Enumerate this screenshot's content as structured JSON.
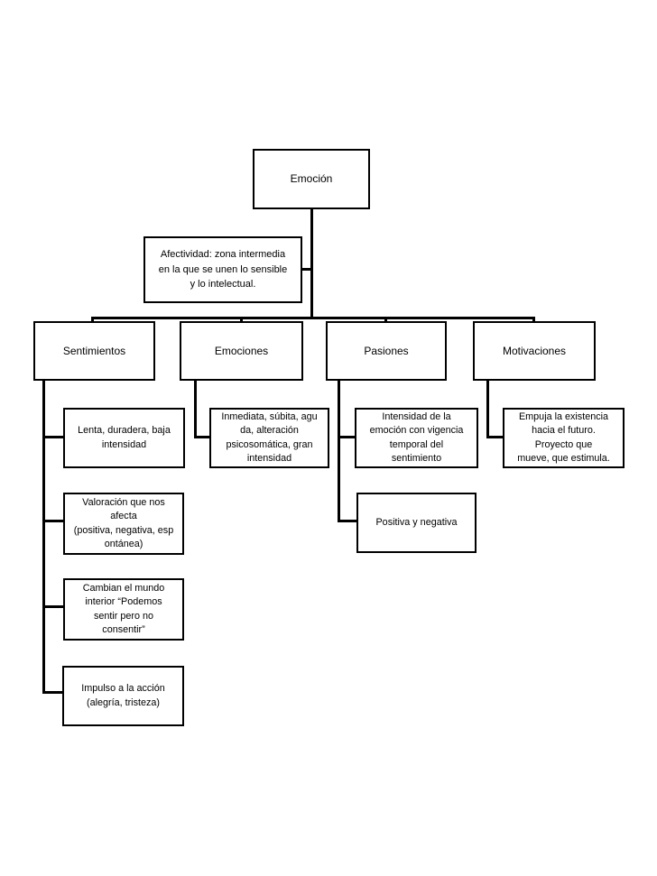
{
  "slide": {
    "background": "#ffffff",
    "line_color": "#000000",
    "box_border_color": "#000000",
    "text_color": "#000000"
  },
  "diagram": {
    "root": {
      "label": "Emoción"
    },
    "note": {
      "label": "Afectividad: zona intermedia\nen la que se unen lo sensible\ny lo intelectual."
    },
    "branches": [
      {
        "label": "Sentimientos",
        "children": [
          "Lenta, duradera, baja\nintensidad",
          "Valoración que nos\nafecta\n(positiva, negativa, esp\nontánea)",
          "Cambian el mundo\ninterior “Podemos\nsentir pero no\nconsentir”",
          "Impulso a la acción\n(alegría, tristeza)"
        ]
      },
      {
        "label": "Emociones",
        "children": [
          "Inmediata, súbita, agu\nda, alteración\npsicosomática, gran\nintensidad"
        ]
      },
      {
        "label": "Pasiones",
        "children": [
          "Intensidad de la\nemoción con vigencia\ntemporal del\nsentimiento",
          "Positiva y negativa"
        ]
      },
      {
        "label": "Motivaciones",
        "children": [
          "Empuja la existencia\nhacia el futuro.\nProyecto que\nmueve, que estimula."
        ]
      }
    ]
  }
}
